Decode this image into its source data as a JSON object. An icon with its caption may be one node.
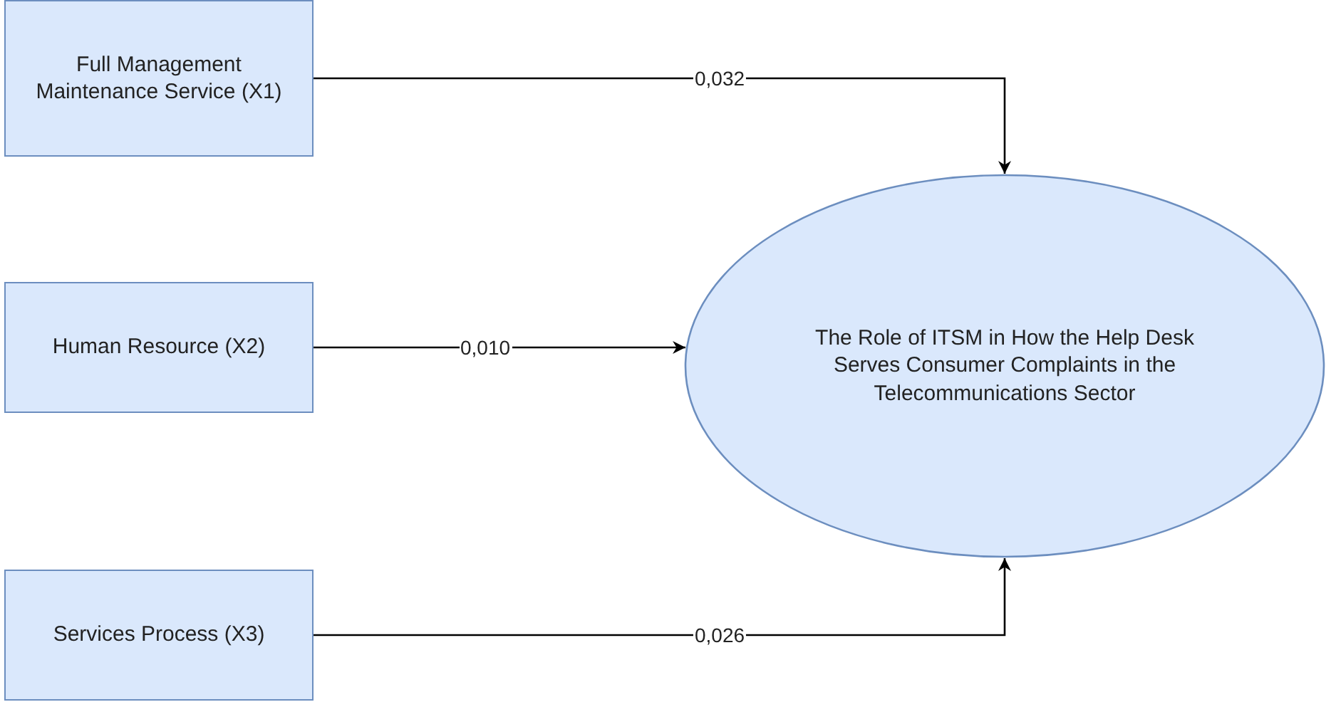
{
  "diagram": {
    "nodes": [
      {
        "text": [
          "Full Management Maintenance Service (X1)"
        ]
      },
      {
        "text": [
          "Human Resource (X2)"
        ]
      },
      {
        "text": [
          "Services Process (X3)"
        ]
      },
      {
        "text": [
          "The Role of ITSM in How the Help Desk Serves Consumer Complaints in the Telecommunications Sector"
        ]
      }
    ],
    "edges": [
      {
        "from": 0,
        "to": 3,
        "arrow": "to",
        "label": "0,032"
      },
      {
        "from": 1,
        "to": 3,
        "arrow": "to",
        "label": "0,010"
      },
      {
        "from": 2,
        "to": 3,
        "arrow": "to",
        "label": "0,026"
      }
    ]
  }
}
